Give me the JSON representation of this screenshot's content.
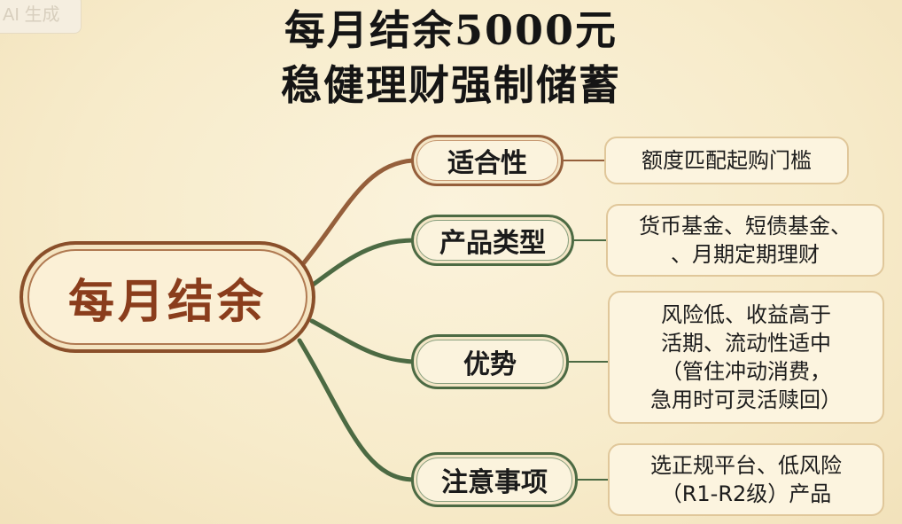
{
  "watermark": "AI 生成",
  "title": {
    "line1": "每月结余5000元",
    "line2": "稳健理财强制储蓄"
  },
  "center": {
    "label": "每月结余"
  },
  "branches": [
    {
      "label": "适合性",
      "detail": [
        "额度匹配起购门槛"
      ],
      "color": "#955f3b"
    },
    {
      "label": "产品类型",
      "detail": [
        "货币基金、短债基金、",
        "、月期定期理财"
      ],
      "color": "#4c6a43"
    },
    {
      "label": "优势",
      "detail": [
        "风险低、收益高于",
        "活期、流动性适中",
        "（管住冲动消费，",
        "急用时可灵活赎回）"
      ],
      "color": "#4c6a43"
    },
    {
      "label": "注意事项",
      "detail": [
        "选正规平台、低风险",
        "（R1-R2级）产品"
      ],
      "color": "#4c6a43"
    }
  ]
}
